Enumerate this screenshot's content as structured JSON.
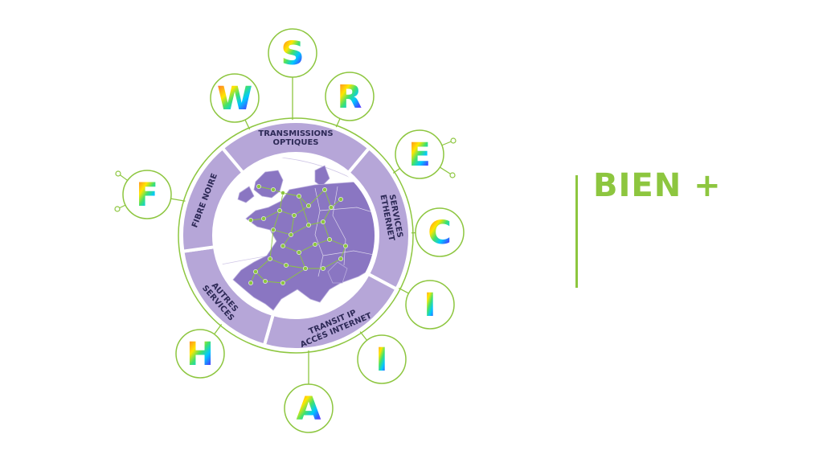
{
  "brand": {
    "title": "BIEN +"
  },
  "segments": [
    {
      "lines": [
        "TRANSMISSIONS",
        "OPTIQUES"
      ]
    },
    {
      "lines": [
        "SERVICES",
        "ETHERNET"
      ]
    },
    {
      "lines": [
        "TRANSIT IP",
        "ACCÈS INTERNET"
      ]
    },
    {
      "lines": [
        "AUTRES",
        "SERVICES"
      ]
    },
    {
      "lines": [
        "FIBRE NOIRE"
      ]
    }
  ],
  "letters": [
    "F",
    "W",
    "S",
    "R",
    "E",
    "C",
    "I",
    "I",
    "A",
    "H"
  ],
  "colors": {
    "green": "#8dc63f",
    "ring": "#b6a6d8",
    "map_land": "#8a76c2",
    "map_sea": "#ffffff",
    "label": "#2e2a57",
    "rainbow": [
      "#ff2e63",
      "#ff9f1c",
      "#ffe600",
      "#43e26a",
      "#00c8ff",
      "#3a54ff",
      "#9b2cff"
    ]
  }
}
